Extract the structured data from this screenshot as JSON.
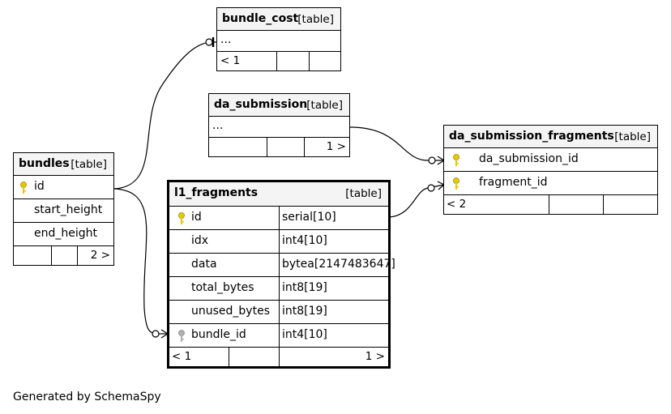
{
  "tables": {
    "bundle_cost": {
      "name": "bundle_cost",
      "type": "[table]",
      "row": "...",
      "footer_left": "< 1",
      "footer_right": ""
    },
    "da_submission": {
      "name": "da_submission",
      "type": "[table]",
      "row": "...",
      "footer_left": "",
      "footer_right": "1 >"
    },
    "bundles": {
      "name": "bundles",
      "type": "[table]",
      "columns": [
        "id",
        "start_height",
        "end_height"
      ],
      "footer_left": "",
      "footer_right": "2 >"
    },
    "l1_fragments": {
      "name": "l1_fragments",
      "type": "[table]",
      "columns": [
        {
          "name": "id",
          "type": "serial[10]"
        },
        {
          "name": "idx",
          "type": "int4[10]"
        },
        {
          "name": "data",
          "type": "bytea[2147483647]"
        },
        {
          "name": "total_bytes",
          "type": "int8[19]"
        },
        {
          "name": "unused_bytes",
          "type": "int8[19]"
        },
        {
          "name": "bundle_id",
          "type": "int4[10]"
        }
      ],
      "footer_left": "< 1",
      "footer_right": "1 >"
    },
    "da_submission_fragments": {
      "name": "da_submission_fragments",
      "type": "[table]",
      "columns": [
        "da_submission_id",
        "fragment_id"
      ],
      "footer_left": "< 2",
      "footer_right": ""
    }
  },
  "credit": "Generated by SchemaSpy",
  "colors": {
    "primary_key": "#e6c800",
    "foreign_key": "#b0b0b0",
    "header_bg": "#f4f4f4"
  }
}
